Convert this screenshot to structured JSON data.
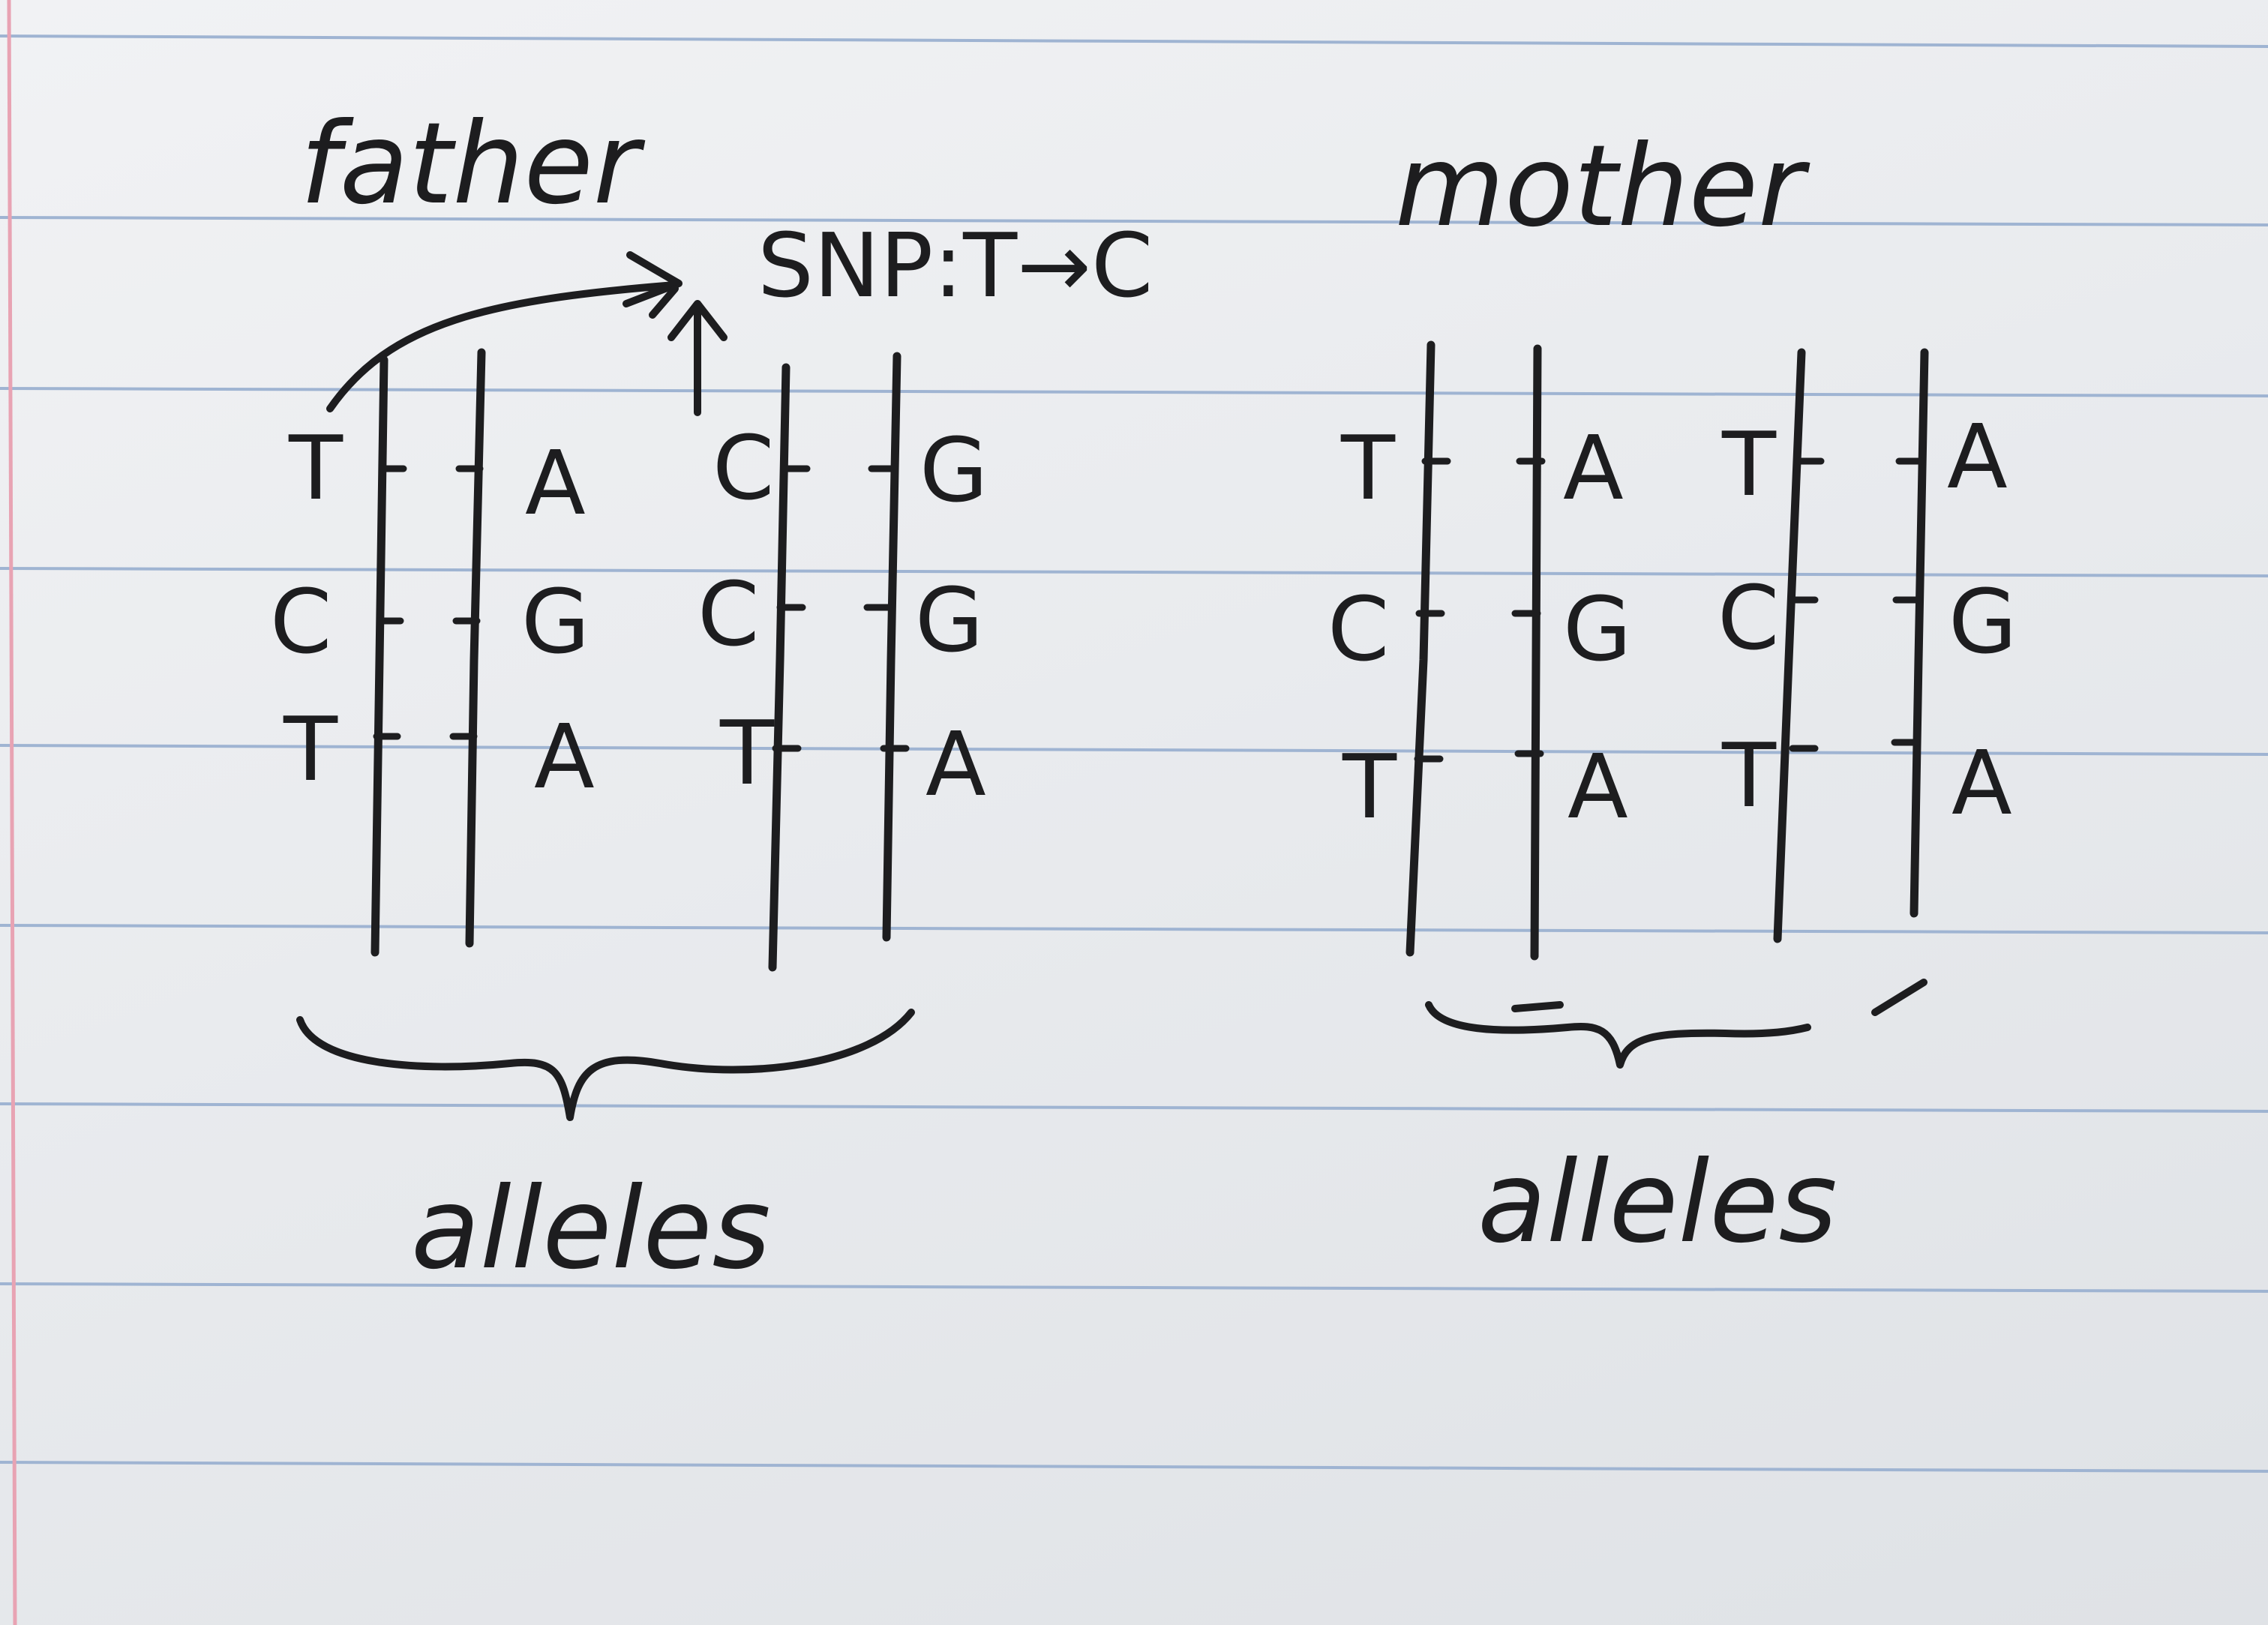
{
  "labels": {
    "father": "father",
    "mother": "mother",
    "snp": "SNP:T→C",
    "father_alleles": "alleles",
    "mother_alleles": "alleles"
  },
  "father": {
    "allele1": {
      "left": [
        "T",
        "C",
        "T"
      ],
      "right": [
        "A",
        "G",
        "A"
      ]
    },
    "allele2": {
      "left": [
        "C",
        "C",
        "T"
      ],
      "right": [
        "G",
        "G",
        "A"
      ]
    }
  },
  "mother": {
    "allele1": {
      "left": [
        "T",
        "C",
        "T"
      ],
      "right": [
        "A",
        "G",
        "A"
      ]
    },
    "allele2": {
      "left": [
        "T",
        "C",
        "T"
      ],
      "right": [
        "A",
        "G",
        "A"
      ]
    }
  },
  "colors": {
    "ink": "#1d1d1f",
    "paper": "#eceef1",
    "rule_lines": "#9fb4d2",
    "margin_line": "#e8a3b3"
  }
}
